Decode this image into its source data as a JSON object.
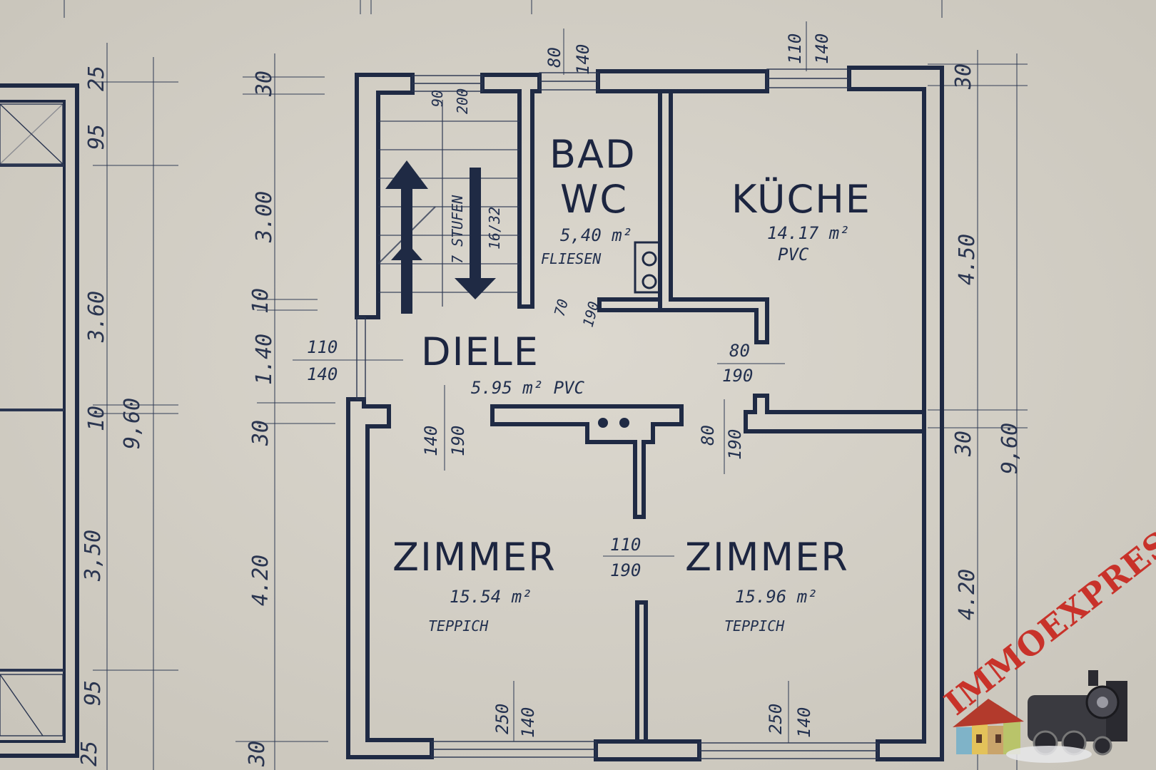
{
  "rooms": {
    "bad": {
      "name1": "BAD",
      "name2": "WC",
      "area": "5,40 m²",
      "floor": "FLIESEN"
    },
    "kueche": {
      "name": "KÜCHE",
      "area": "14.17 m²",
      "floor": "PVC"
    },
    "diele": {
      "name": "DIELE",
      "area_floor": "5.95 m² PVC"
    },
    "zimmer_left": {
      "name": "ZIMMER",
      "area": "15.54 m²",
      "floor": "TEPPICH"
    },
    "zimmer_right": {
      "name": "ZIMMER",
      "area": "15.96 m²",
      "floor": "TEPPICH"
    }
  },
  "stairs": {
    "steps": "7 STUFEN",
    "ratio": "16/32"
  },
  "door_dims": {
    "diele_entry": [
      "110",
      "140"
    ],
    "diele_zimmer": [
      "140",
      "190"
    ],
    "kueche_diele": [
      "80",
      "190"
    ],
    "bad_diele": [
      "70",
      "190"
    ],
    "zimmer_right_door": [
      "80",
      "190"
    ],
    "between_zimmer": [
      "110",
      "190"
    ],
    "stair_top": [
      "90",
      "200"
    ]
  },
  "window_dims": {
    "bad": [
      "80",
      "140"
    ],
    "kueche": [
      "110",
      "140"
    ],
    "zimmer_left": [
      "250",
      "140"
    ],
    "zimmer_right": [
      "250",
      "140"
    ]
  },
  "dims_left_chain": [
    "30",
    "3.00",
    "10",
    "1.40",
    "30",
    "4.20",
    "30"
  ],
  "dims_right_chain": [
    "30",
    "4.50",
    "30",
    "4.20",
    "9,60"
  ],
  "dims_far_left": [
    "25",
    "95",
    "3.60",
    "10",
    "9,60",
    "3,50",
    "95",
    "25"
  ],
  "logo": {
    "text": "IMMOEXPRESS"
  }
}
